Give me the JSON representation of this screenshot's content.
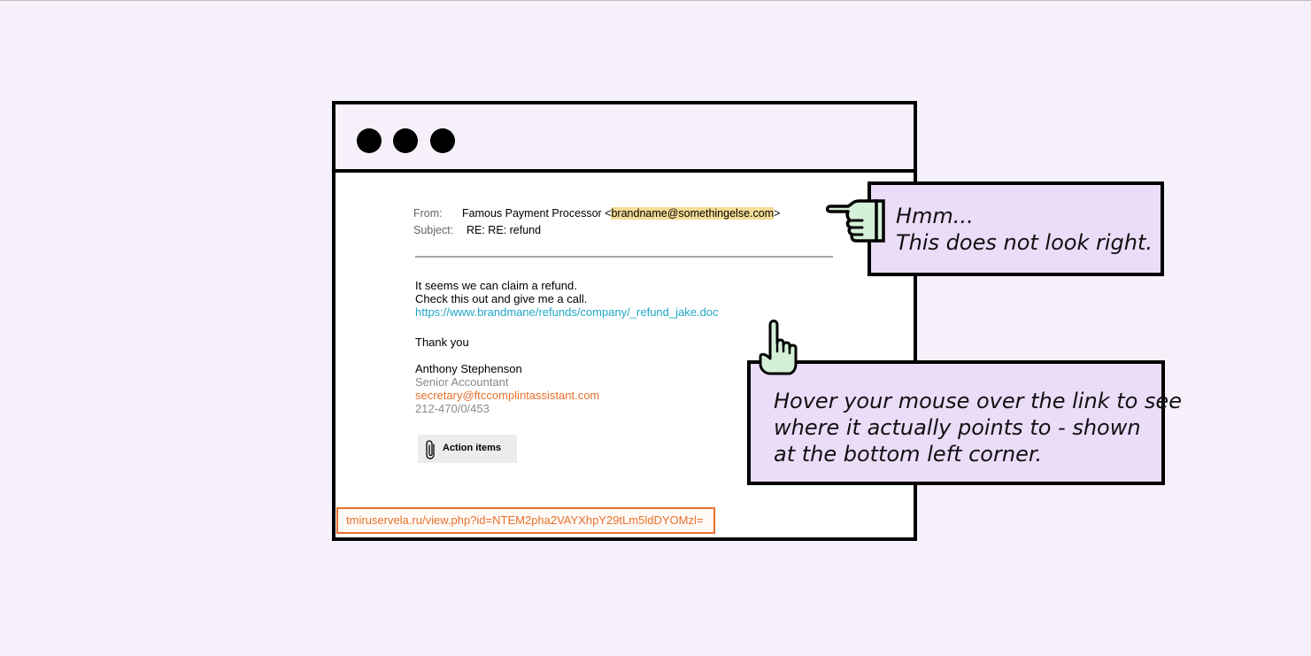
{
  "email": {
    "from_label": "From:",
    "from_name": "Famous Payment Processor <",
    "from_address": "brandname@somethingelse.com",
    "from_close": ">",
    "subject_label": "Subject:",
    "subject": "RE: RE: refund",
    "body_lines": [
      "It seems we can claim a refund.",
      "Check this out and give me a call."
    ],
    "link_text": "https://www.brandmane/refunds/company/_refund_jake.doc",
    "thanks": "Thank you",
    "signature": {
      "name": "Anthony Stephenson",
      "title": "Senior Accountant",
      "email": "secretary@ftccomplintassistant.com",
      "phone": "212-470/0/453"
    },
    "attachment_label": "Action items",
    "status_url": "tmiruservela.ru/view.php?id=NTEM2pha2VAYXhpY29tLm5ldDYOMzl="
  },
  "callouts": {
    "sender": [
      "Hmm...",
      "This does not look right."
    ],
    "hover": [
      "Hover your mouse over the link to see",
      "where it actually points to - shown",
      "at the bottom left corner."
    ]
  },
  "colors": {
    "background": "#f6f0fb",
    "callout": "#ebdcf8",
    "hand": "#d4f0d8",
    "link": "#21a8c6",
    "accent": "#e8702b",
    "highlight": "#f5dd96"
  }
}
